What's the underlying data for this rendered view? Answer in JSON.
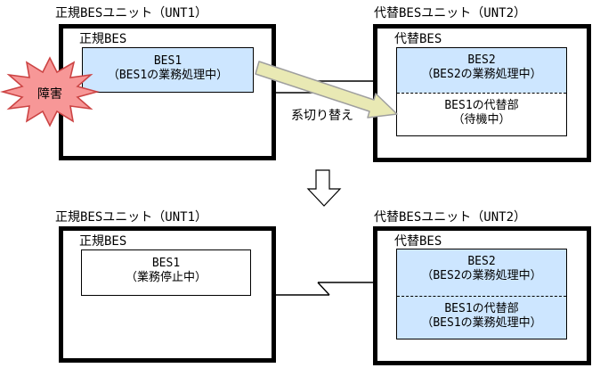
{
  "colors": {
    "active_fill": "#cde6ff",
    "standby_fill": "#ffffff",
    "failure_fill": "#f79797",
    "failure_stroke": "#cc4444",
    "switch_arrow_fill": "#e9e9b4",
    "switch_arrow_stroke": "#9f9f9f",
    "line_color": "#000000"
  },
  "before": {
    "primary_unit": {
      "title": "正規BESユニット（UNT1）",
      "label": "正規BES",
      "bes": {
        "name": "BES1",
        "status": "（BES1の業務処理中）"
      }
    },
    "alternate_unit": {
      "title": "代替BESユニット（UNT2）",
      "label": "代替BES",
      "bes2": {
        "name": "BES2",
        "status": "（BES2の業務処理中）"
      },
      "bes1_alt": {
        "name": "BES1の代替部",
        "status": "（待機中）"
      }
    },
    "failure_label": "障害",
    "switchover_label": "系切り替え"
  },
  "after": {
    "primary_unit": {
      "title": "正規BESユニット（UNT1）",
      "label": "正規BES",
      "bes": {
        "name": "BES1",
        "status": "（業務停止中）"
      }
    },
    "alternate_unit": {
      "title": "代替BESユニット（UNT2）",
      "label": "代替BES",
      "bes2": {
        "name": "BES2",
        "status": "（BES2の業務処理中）"
      },
      "bes1_alt": {
        "name": "BES1の代替部",
        "status": "（BES1の業務処理中）"
      }
    }
  }
}
